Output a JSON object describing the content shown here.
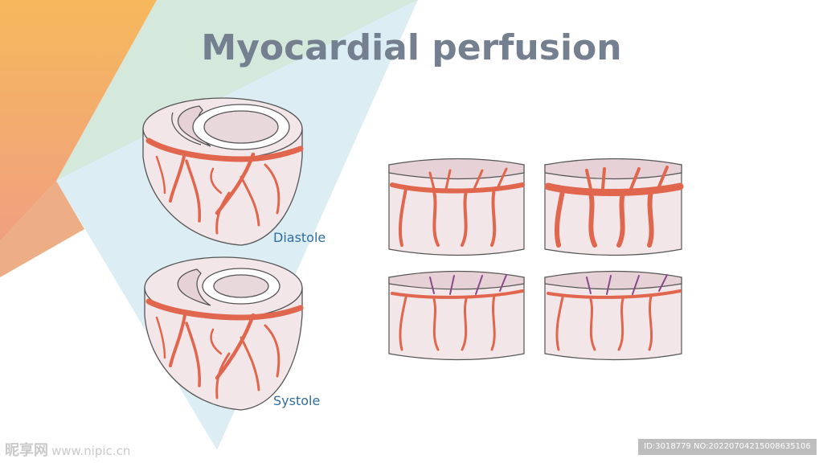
{
  "title": "Myocardial perfusion",
  "labels": {
    "diastole": "Diastole",
    "systole": "Systole"
  },
  "watermark": {
    "left_brand": "昵享网",
    "left_url": "www.nipic.cn",
    "right_id": "ID:3018779 NO:20220704215008635106"
  },
  "colors": {
    "title": "#74808f",
    "label": "#2f6d9e",
    "vessel": "#e0664e",
    "vessel_outline": "#8a3a2c",
    "vein": "#8a4a8a",
    "tissue": "#f3e6e8",
    "tissue_shade": "#e6d2d6"
  }
}
